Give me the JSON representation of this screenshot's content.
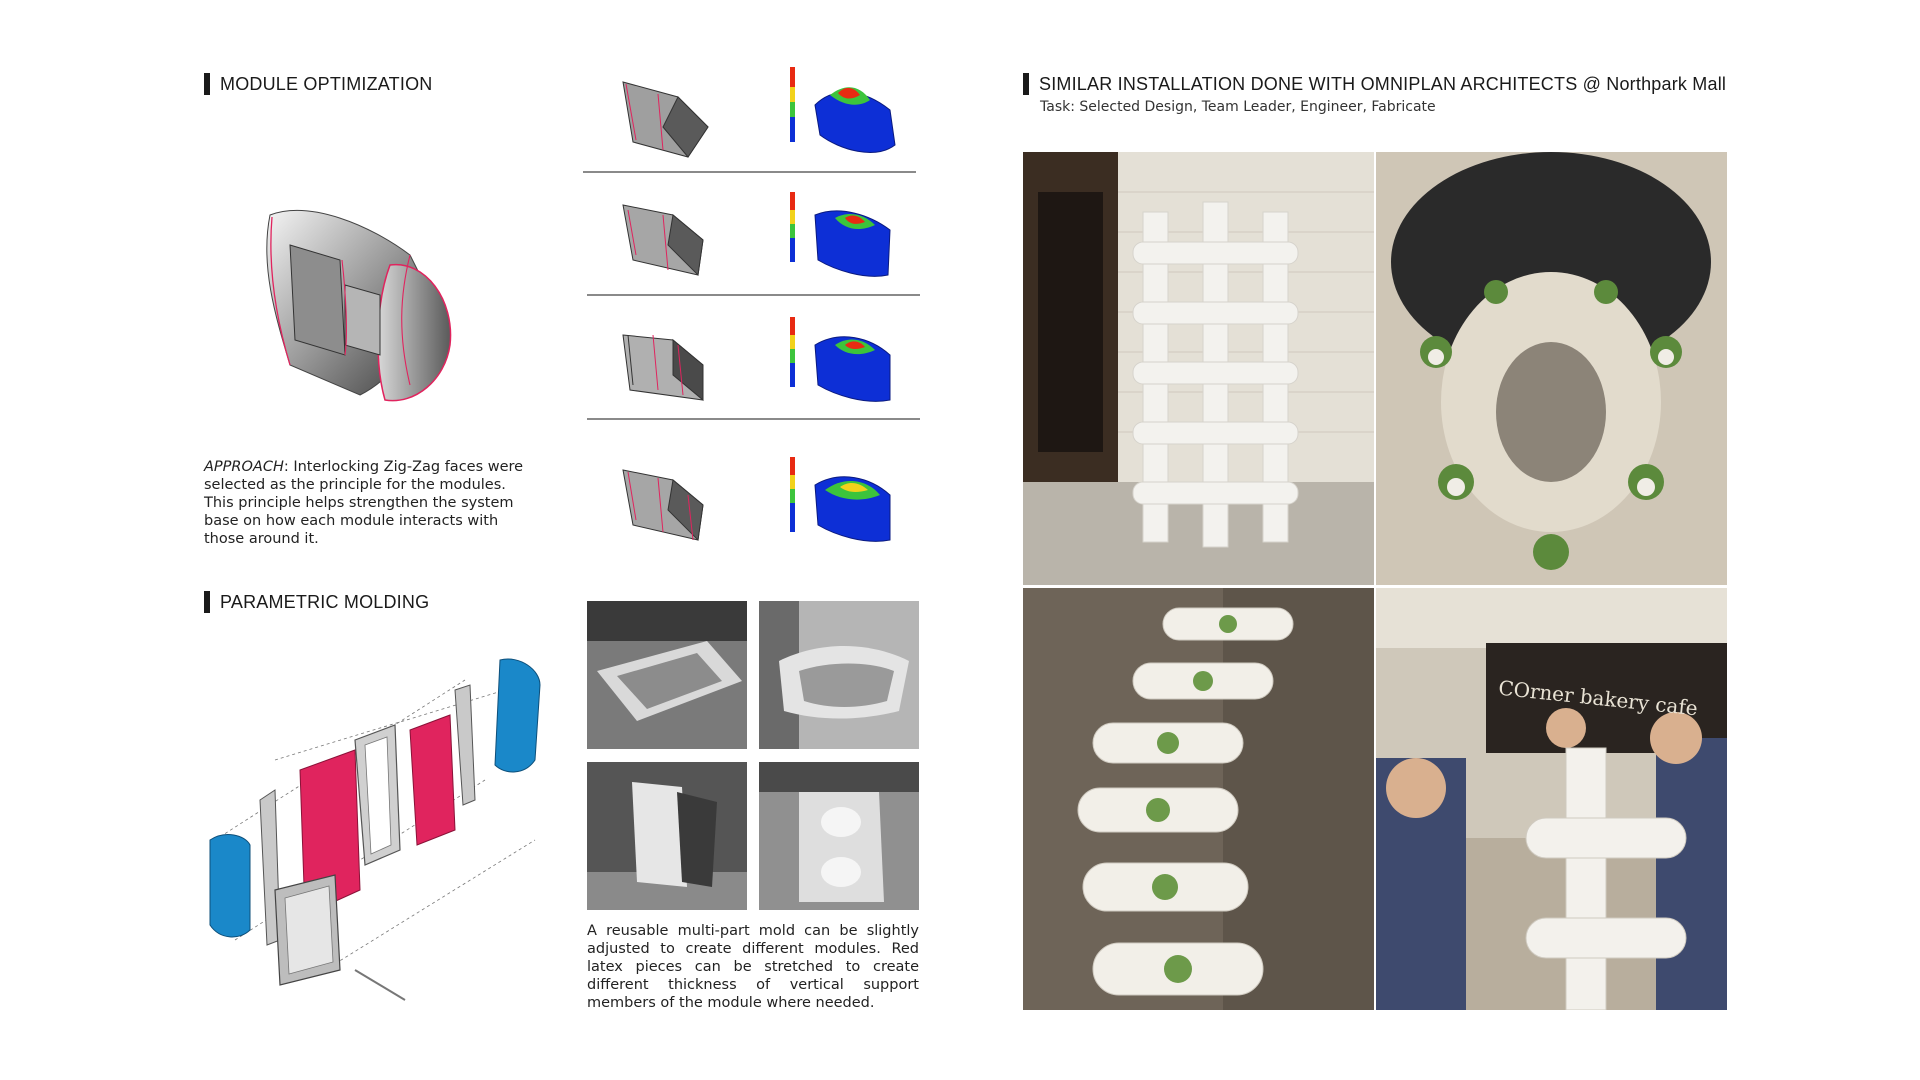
{
  "sections": {
    "module_optimization": {
      "title": "MODULE OPTIMIZATION"
    },
    "parametric_molding": {
      "title": "PARAMETRIC MOLDING"
    },
    "installation": {
      "title": "SIMILAR INSTALLATION DONE WITH OMNIPLAN ARCHITECTS @ Northpark Mall",
      "task": "Task: Selected Design, Team Leader, Engineer, Fabricate"
    }
  },
  "approach": {
    "label": "APPROACH",
    "text": ": Interlocking Zig-Zag faces were selected as the principle for the modules. This principle helps strengthen the system base on how each module interacts with those around it."
  },
  "mold_caption": "A reusable multi-part mold can be slightly adjusted to create different modules. Red latex pieces can be stretched to create different thickness of vertical support members of the module where needed.",
  "photo_signage": "COrner bakery cafe",
  "colors": {
    "accent_red": "#e0245e",
    "accent_blue": "#1a88c9",
    "heat_blue": "#0d2fd6",
    "heat_red": "#e82a12",
    "title_bar": "#1a1a1a"
  },
  "icons": [
    "module-render-icon",
    "fea-heatmap-icon",
    "exploded-mold-icon"
  ]
}
